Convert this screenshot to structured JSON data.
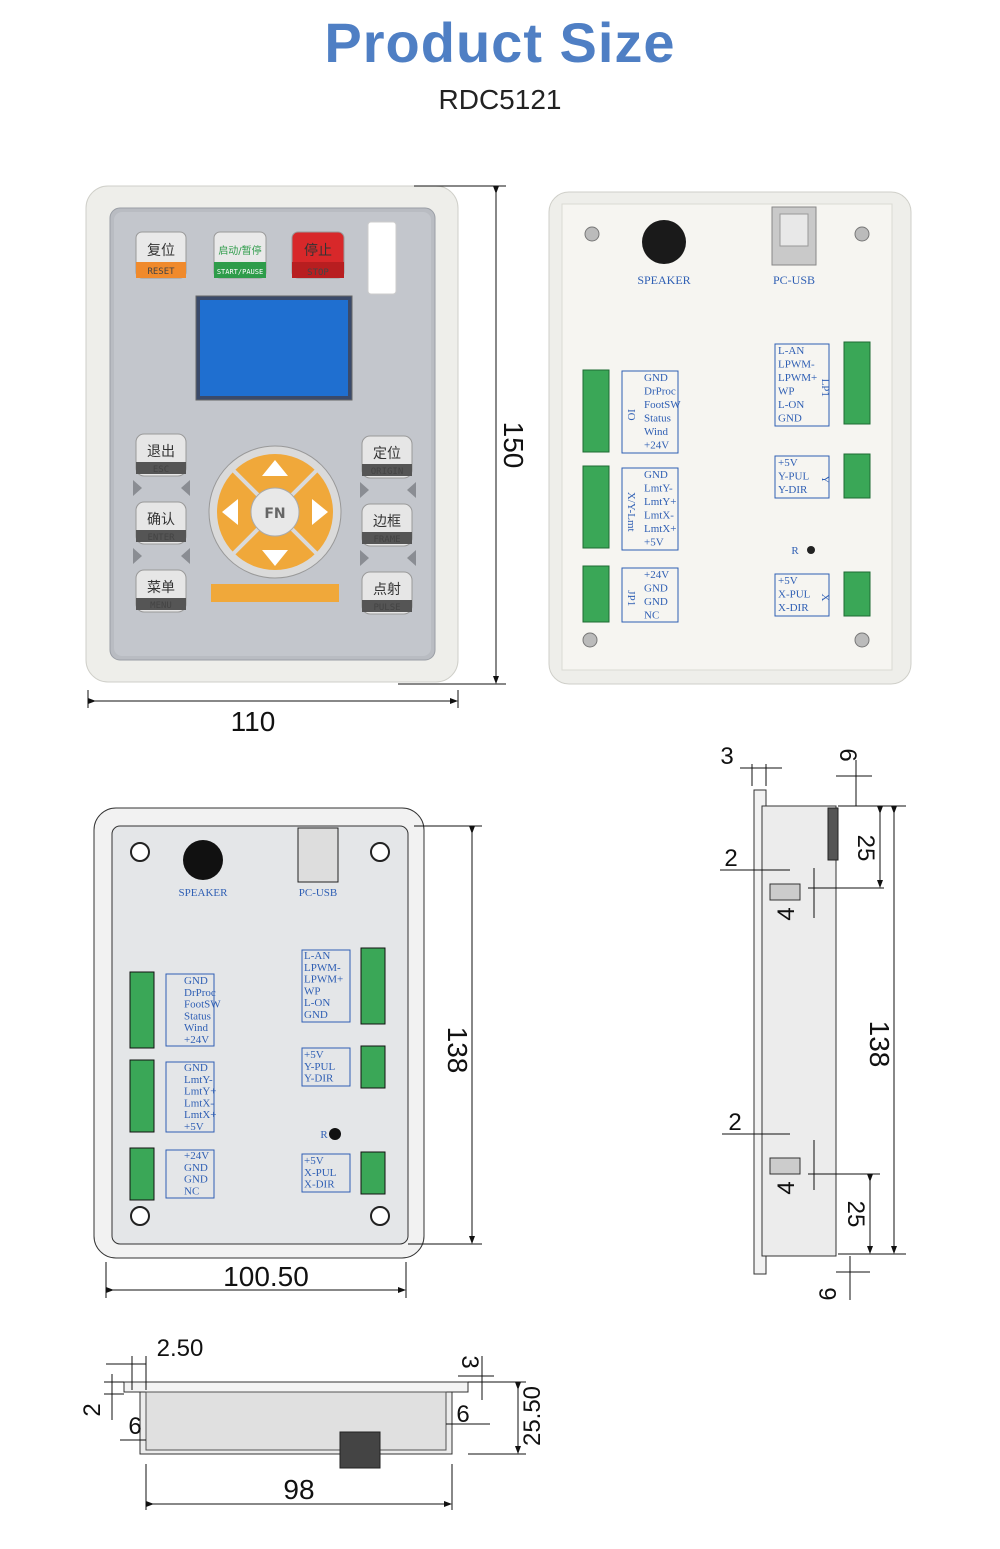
{
  "header": {
    "title": "Product Size",
    "model": "RDC5121"
  },
  "front_panel": {
    "buttons_top": [
      {
        "cn": "复位",
        "en": "RESET"
      },
      {
        "cn": "启动/暂停",
        "en": "START/PAUSE"
      },
      {
        "cn": "停止",
        "en": "STOP"
      }
    ],
    "buttons_left": [
      {
        "cn": "退出",
        "en": "ESC"
      },
      {
        "cn": "确认",
        "en": "ENTER"
      },
      {
        "cn": "菜单",
        "en": "MENU"
      }
    ],
    "buttons_right": [
      {
        "cn": "定位",
        "en": "ORIGIN"
      },
      {
        "cn": "边框",
        "en": "FRAME"
      },
      {
        "cn": "点射",
        "en": "PULSE"
      }
    ],
    "fn_label": "FN",
    "width_label": "110",
    "height_label": "150"
  },
  "back_panel": {
    "speaker_label": "SPEAKER",
    "usb_label": "PC-USB",
    "io_block": [
      "GND",
      "DrProc",
      "FootSW",
      "Status",
      "Wind",
      "+24V"
    ],
    "io_label": "IO",
    "limit_block": [
      "GND",
      "LmtY-",
      "LmtY+",
      "LmtX-",
      "LmtX+",
      "+5V"
    ],
    "limit_label": "X/Y-Lmt",
    "power_block": [
      "+24V",
      "GND",
      "GND",
      "NC"
    ],
    "power_label": "JP1",
    "laser_block": [
      "L-AN",
      "LPWM-",
      "LPWM+",
      "WP",
      "L-ON",
      "GND"
    ],
    "laser_label": "LP1",
    "y_block": [
      "+5V",
      "Y-PUL",
      "Y-DIR"
    ],
    "y_label": "Y",
    "x_block": [
      "+5V",
      "X-PUL",
      "X-DIR"
    ],
    "x_label": "X",
    "r_label": "R"
  },
  "rear_drawing": {
    "width_label": "100.50",
    "height_label": "138"
  },
  "side_drawing": {
    "labels": {
      "a": "3",
      "b": "6",
      "c": "25",
      "d": "2",
      "e": "4",
      "f": "138",
      "g": "2",
      "h": "4",
      "i": "25",
      "j": "6"
    }
  },
  "bottom_drawing": {
    "labels": {
      "a": "2.50",
      "b": "2",
      "c": "6",
      "d": "3",
      "e": "6",
      "f": "25.50",
      "g": "98"
    }
  },
  "colors": {
    "title": "#4f7fc4",
    "connector_green": "#3aa757",
    "label_blue": "#2f5fb4",
    "key_orange": "#f0a83a"
  }
}
